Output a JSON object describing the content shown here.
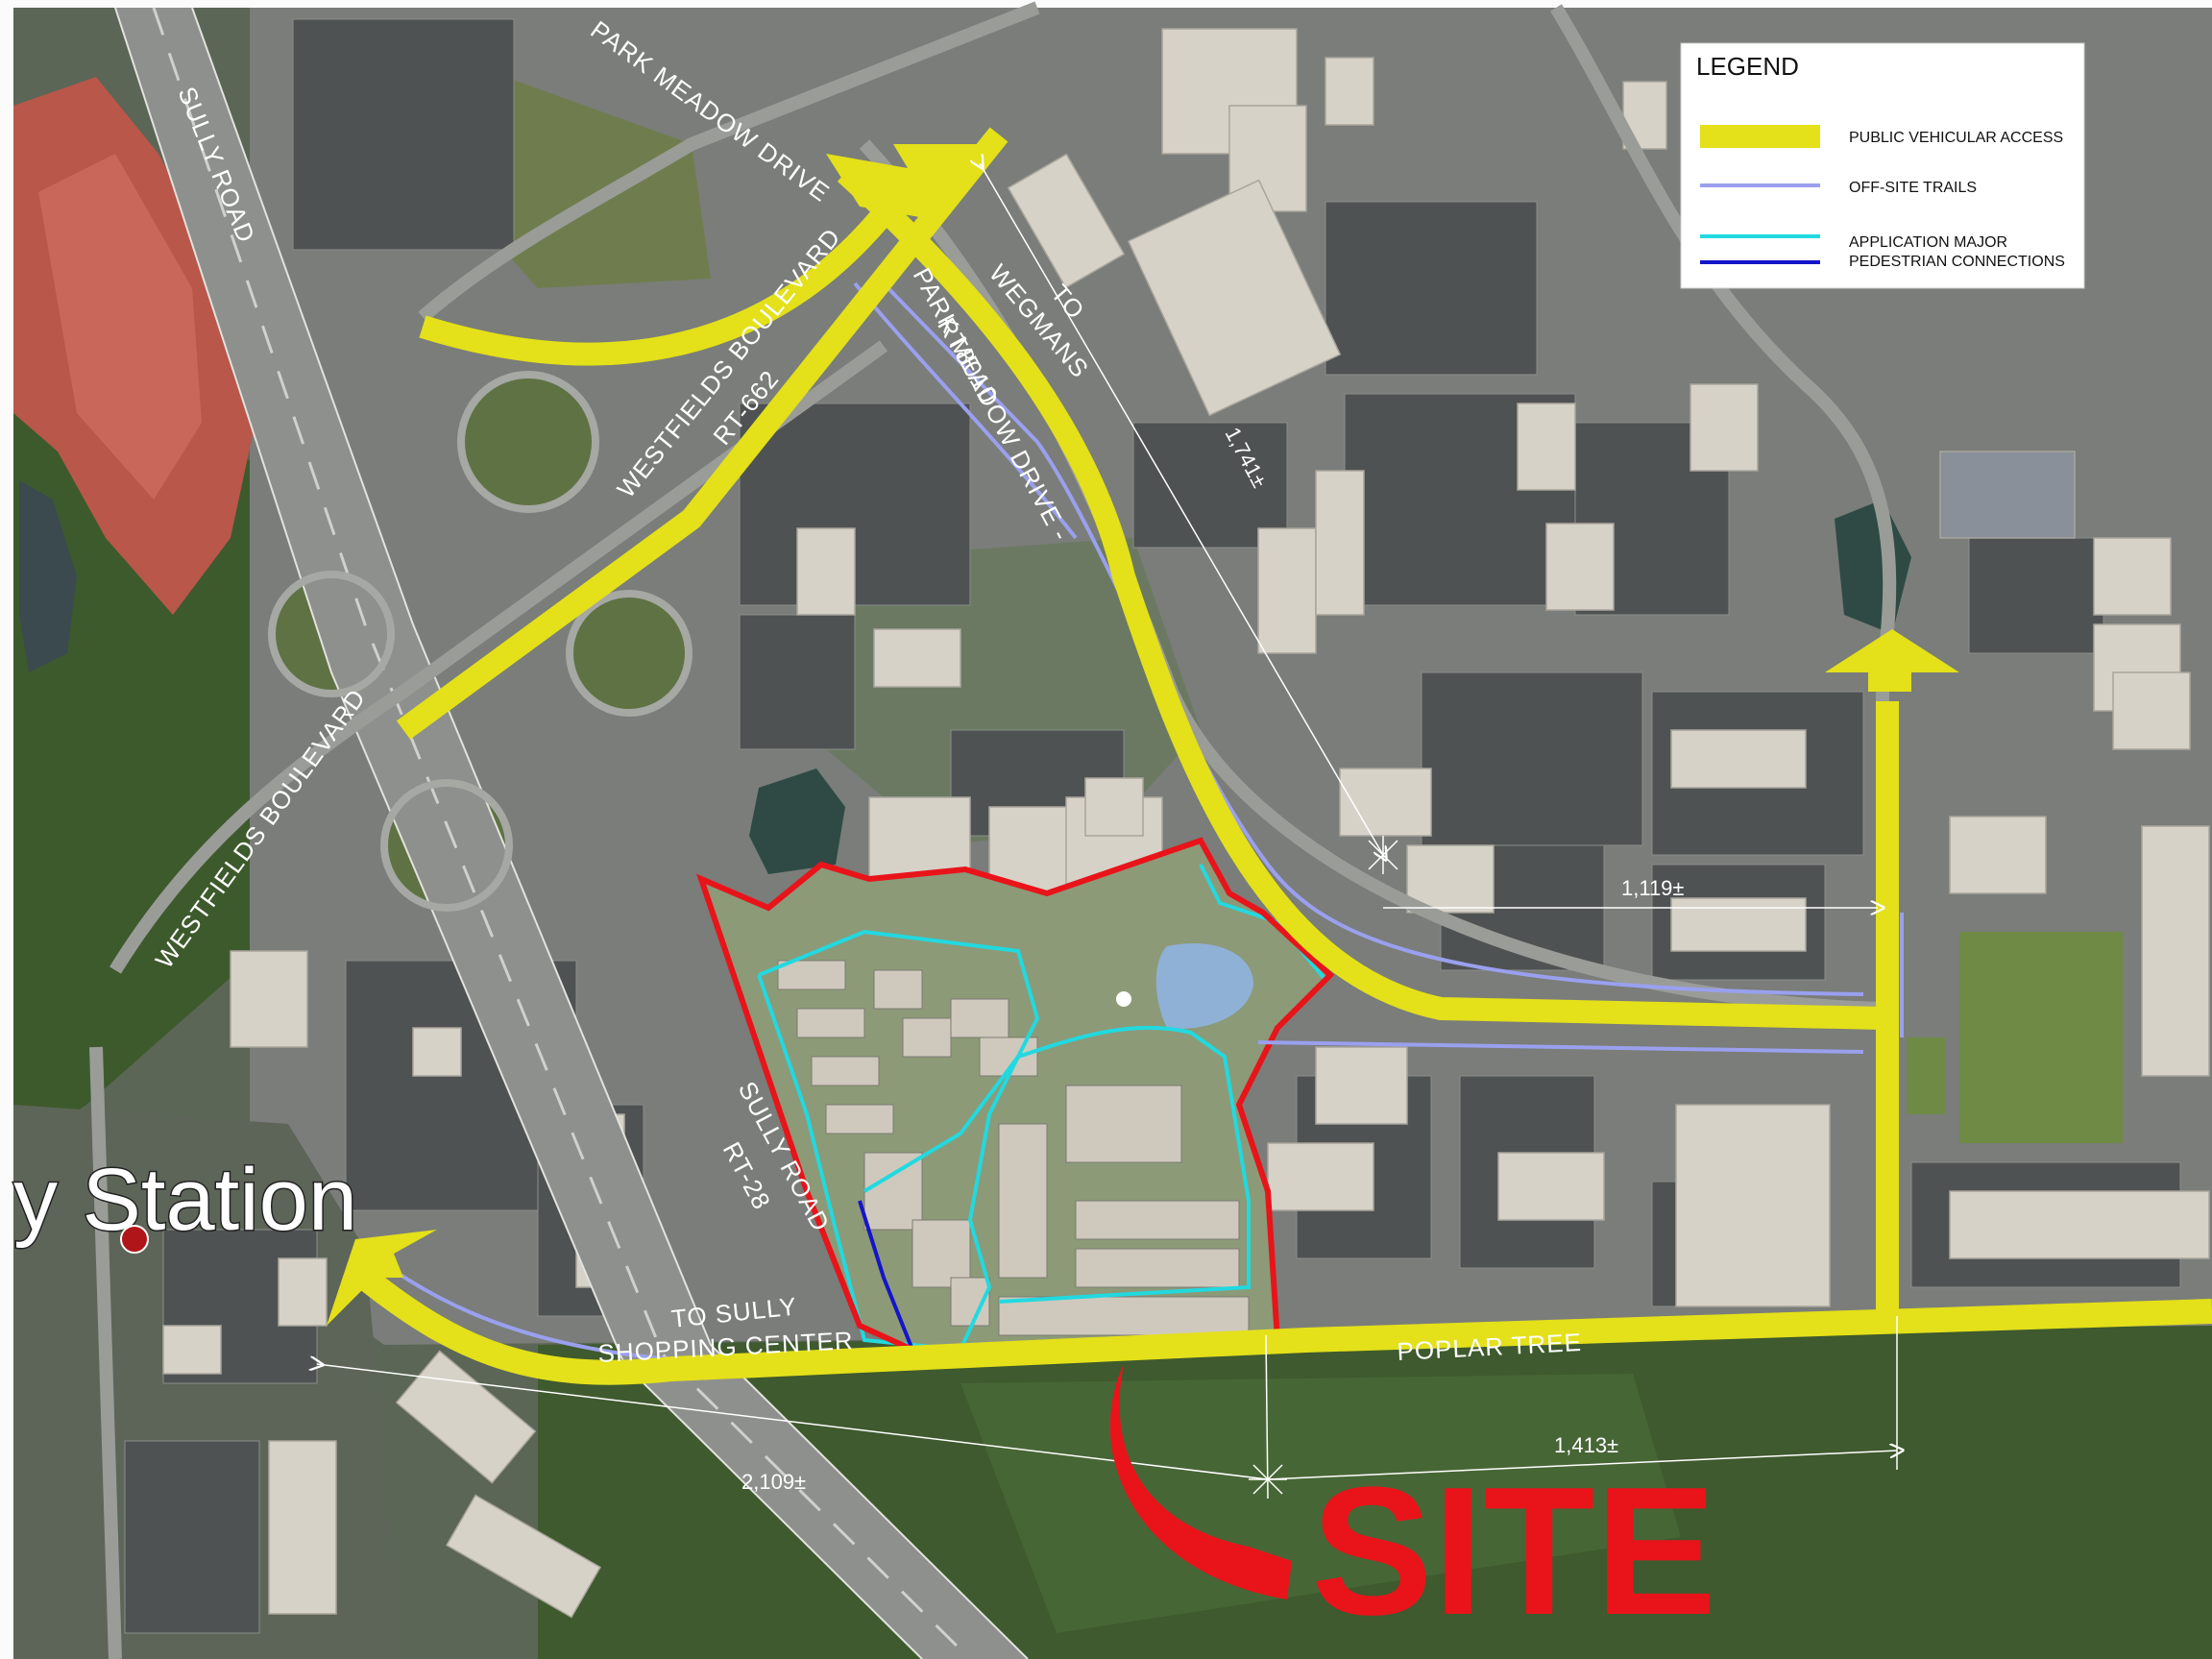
{
  "legend": {
    "title": "LEGEND",
    "items": [
      {
        "label": "PUBLIC VEHICULAR ACCESS",
        "color": "#e4e01a"
      },
      {
        "label": "OFF-SITE TRAILS",
        "color": "#9aa0ee"
      },
      {
        "label_line1": "APPLICATION MAJOR",
        "label_line2": "PEDESTRIAN CONNECTIONS",
        "color_cyan": "#22d9e0",
        "color_blue": "#1515c8"
      }
    ]
  },
  "roads": {
    "sully_road_north": "SULLY ROAD",
    "park_meadow_north": "PARK MEADOW DRIVE",
    "westfields_upper": "WESTFIELDS BOULEVARD",
    "westfields_upper_rt": "RT-662",
    "westfields_lower": "WESTFIELDS BOULEVARD",
    "park_meadow_mid": "PARK MEADOW DRIVE -",
    "park_meadow_rt": "RT8010",
    "to_wegmans_1": "TO",
    "to_wegmans_2": "WEGMANS",
    "sully_road_south": "SULLY ROAD",
    "sully_road_south_rt": "RT-28",
    "to_sully_1": "TO SULLY",
    "to_sully_2": "SHOPPING CENTER",
    "poplar_tree": "POPLAR TREE"
  },
  "dimensions": {
    "d_1741": "1,741±",
    "d_1119": "1,119±",
    "d_2109": "2,109±",
    "d_1413": "1,413±"
  },
  "place_label": "y Station",
  "site_label": "SITE",
  "colors": {
    "site_boundary": "#e8141a",
    "access": "#e4e01a",
    "trails": "#9aa0ee",
    "ped_cyan": "#22d9e0",
    "ped_blue": "#1515c8"
  }
}
